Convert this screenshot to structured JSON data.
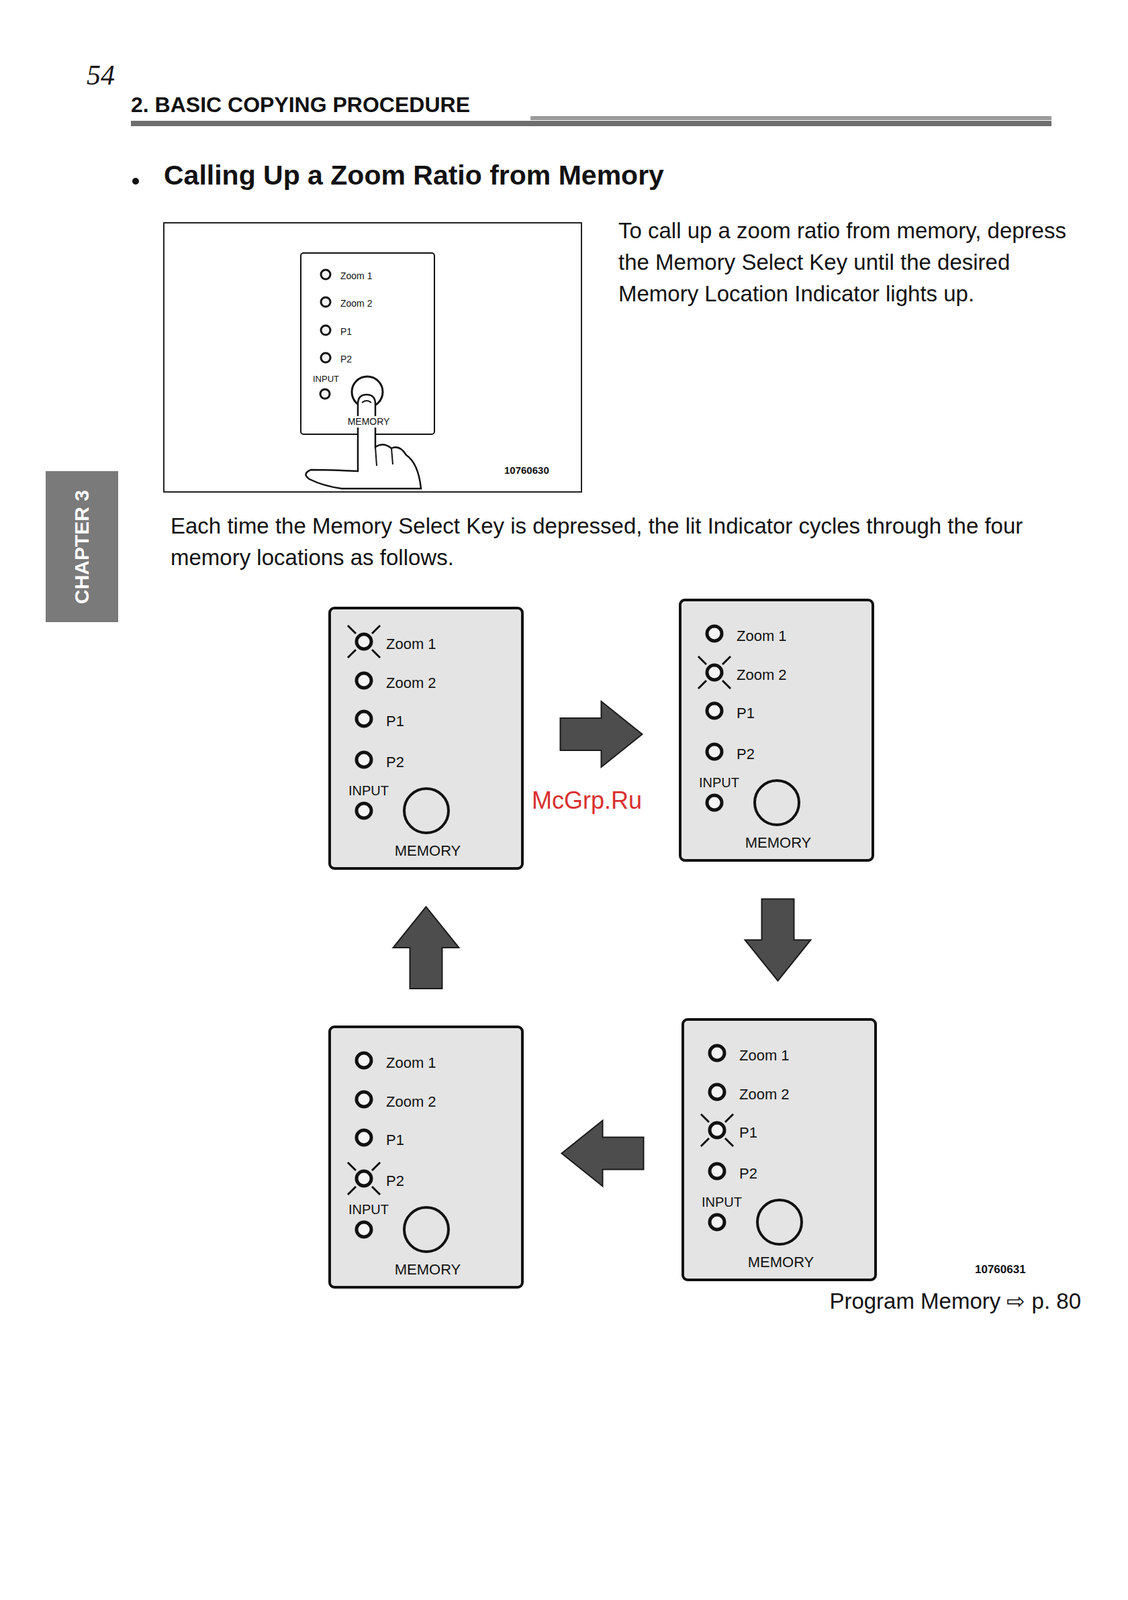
{
  "diagram": {
    "title": "Calling Up a Zoom Ratio from Memory",
    "nodes": [
      {
        "text": [
          "10760630"
        ]
      },
      {
        "text": [
          "Zoom 1",
          "Zoom 2",
          "P1",
          "P2",
          "INPUT",
          "MEMORY"
        ],
        "in": 0
      },
      {
        "text": [
          "Zoom 1",
          "Zoom 2",
          "P1",
          "P2",
          "INPUT",
          "MEMORY"
        ]
      },
      {
        "text": [
          "Zoom 1",
          "Zoom 2",
          "P1",
          "P2",
          "INPUT",
          "MEMORY"
        ]
      },
      {
        "text": [
          "Zoom 1",
          "Zoom 2",
          "P1",
          "P2",
          "INPUT",
          "MEMORY"
        ]
      },
      {
        "text": [
          "Zoom 1",
          "Zoom 2",
          "P1",
          "P2",
          "INPUT",
          "MEMORY"
        ]
      }
    ],
    "edges": [
      {
        "from": 2,
        "to": 3,
        "arrow": "to"
      },
      {
        "from": 3,
        "to": 5,
        "arrow": "to"
      },
      {
        "from": 5,
        "to": 4,
        "arrow": "to"
      },
      {
        "from": 4,
        "to": 2,
        "arrow": "to"
      }
    ],
    "labels": [
      "54",
      "2. BASIC COPYING PROCEDURE",
      "To call up a zoom ratio from memory, depress the Memory Select Key until the desired Memory Location Indicator lights up.",
      "CHAPTER 3",
      "Each time the Memory Select Key is depressed, the lit Indicator cycles through the four memory locations as follows.",
      "McGrp.Ru",
      "10760631",
      "Program Memory ⇨ p. 80"
    ]
  }
}
